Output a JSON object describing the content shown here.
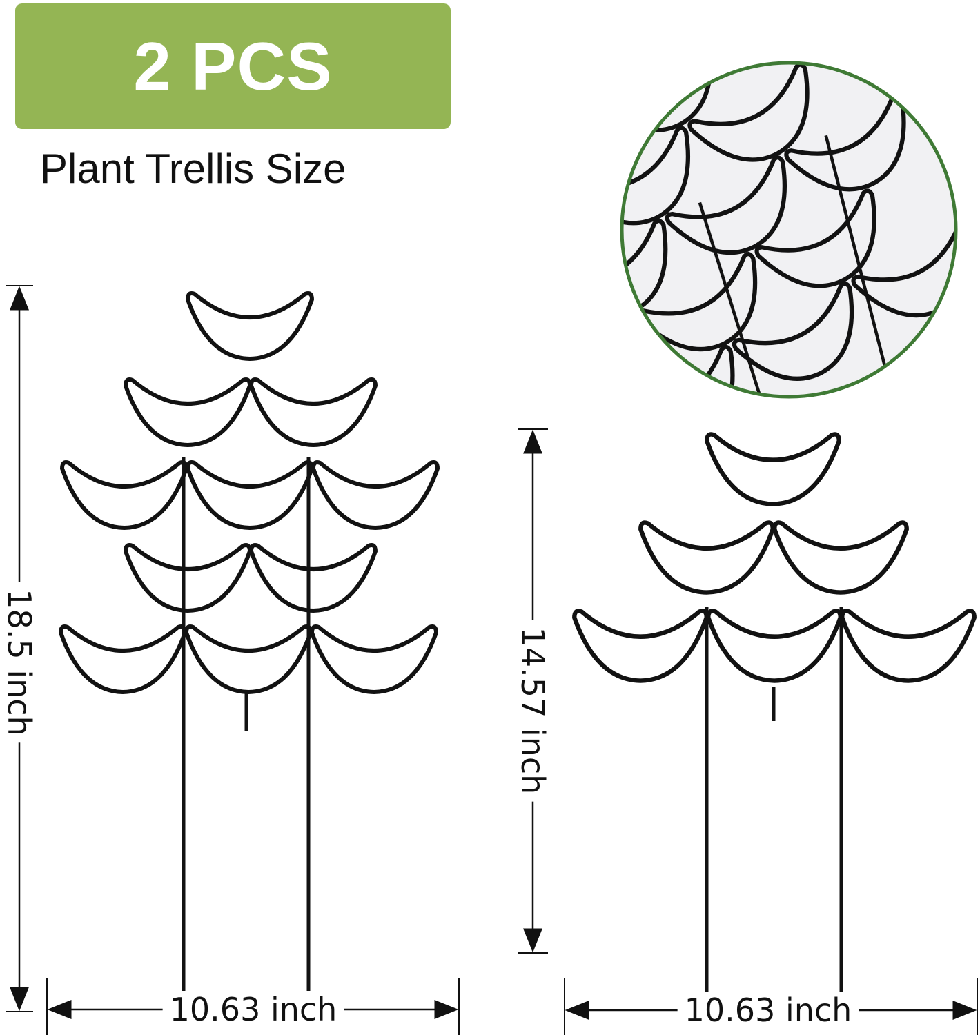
{
  "badge": {
    "label": "2 PCS",
    "color": "#94b554"
  },
  "subtitle": "Plant Trellis Size",
  "large_trellis": {
    "height_label": "18.5 inch",
    "width_label": "10.63 inch"
  },
  "small_trellis": {
    "height_label": "14.57 inch",
    "width_label": "10.63 inch"
  },
  "detail_circle": {
    "border_color": "#3f7a35"
  },
  "colors": {
    "metal": "#121212",
    "dim_line": "#111111"
  }
}
